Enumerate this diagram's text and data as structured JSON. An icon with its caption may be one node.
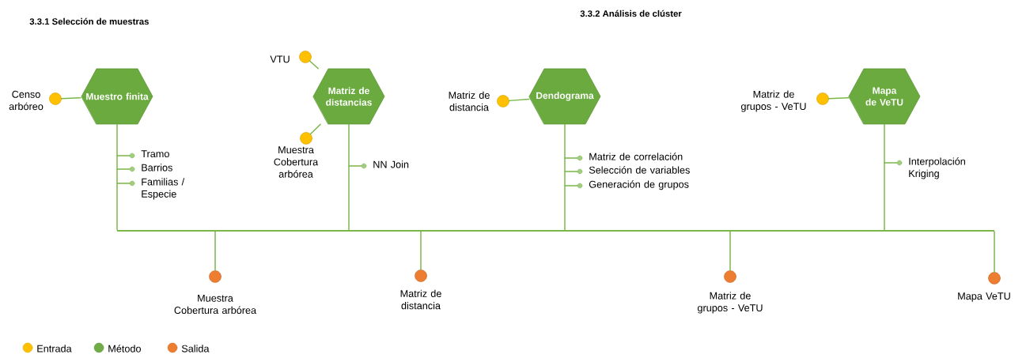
{
  "diagram": {
    "nodes": [
      {
        "text": [
          "Censo arbóreo"
        ]
      },
      {
        "text": [
          "Muestro finita"
        ]
      },
      {
        "text": [
          "VTU"
        ]
      },
      {
        "text": [
          "Matriz de distancias"
        ]
      },
      {
        "text": [
          "Muestra Cobertura arbórea"
        ]
      },
      {
        "text": [
          "Matriz de distancia"
        ]
      },
      {
        "text": [
          "Dendograma"
        ]
      },
      {
        "text": [
          "Matriz de grupos - VeTU"
        ]
      },
      {
        "text": [
          "Mapa de VeTU"
        ]
      },
      {
        "text": [],
        "shape": "bar"
      },
      {
        "text": [
          "Muestra Cobertura arbórea"
        ]
      },
      {
        "text": [
          "Matriz de distancia"
        ]
      },
      {
        "text": [
          "Matriz de grupos - VeTU"
        ]
      },
      {
        "text": [
          "Mapa VeTU"
        ]
      }
    ],
    "edges": [
      {
        "from": 0,
        "to": 1,
        "arrow": "none"
      },
      {
        "from": 2,
        "to": 3,
        "arrow": "none"
      },
      {
        "from": 4,
        "to": 3,
        "arrow": "none"
      },
      {
        "from": 5,
        "to": 6,
        "arrow": "none"
      },
      {
        "from": 7,
        "to": 8,
        "arrow": "none"
      },
      {
        "from": 1,
        "to": 9,
        "arrow": "none"
      },
      {
        "from": 3,
        "to": 9,
        "arrow": "none"
      },
      {
        "from": 6,
        "to": 9,
        "arrow": "none"
      },
      {
        "from": 8,
        "to": 9,
        "arrow": "none"
      },
      {
        "from": 9,
        "to": 10,
        "arrow": "none"
      },
      {
        "from": 9,
        "to": 11,
        "arrow": "none"
      },
      {
        "from": 9,
        "to": 12,
        "arrow": "none"
      },
      {
        "from": 9,
        "to": 13,
        "arrow": "none"
      }
    ],
    "labels": [
      "3.3.1 Selección de muestras",
      "3.3.2 Análisis de clúster",
      "Tramo",
      "Barrios",
      "Familias / Especie",
      "NN Join",
      "Matriz de correlación",
      "Selección de variables",
      "Generación de grupos",
      "Interpolación Kriging"
    ],
    "legend": [
      {
        "text": "Entrada",
        "color": "#ffc000"
      },
      {
        "text": "Método",
        "color": "#70ad47"
      },
      {
        "text": "Salida",
        "color": "#ed7d31"
      }
    ]
  }
}
